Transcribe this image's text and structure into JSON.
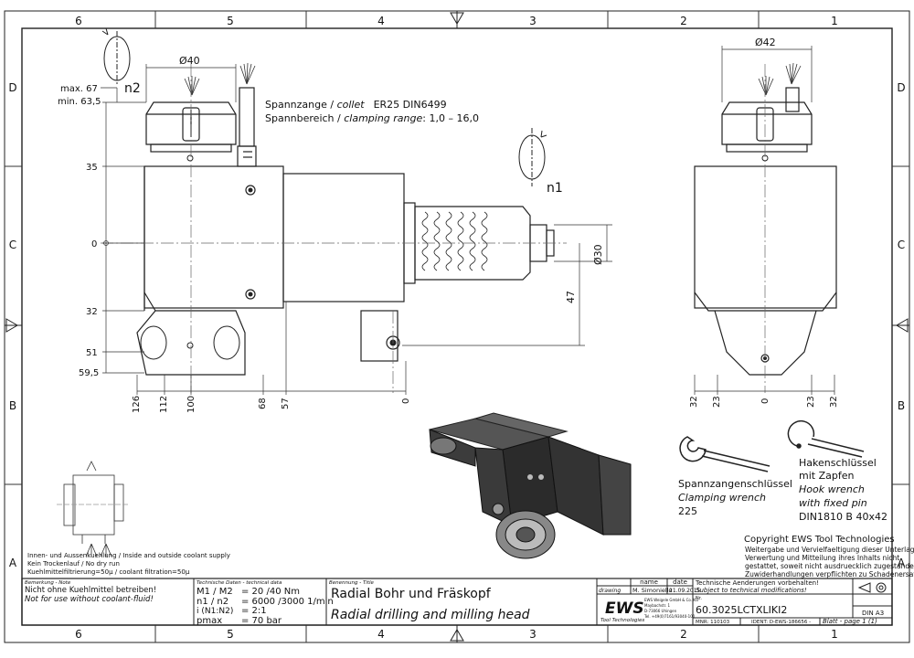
{
  "grid": {
    "cols": [
      "6",
      "5",
      "4",
      "3",
      "2",
      "1"
    ],
    "rows": [
      "D",
      "C",
      "B",
      "A"
    ]
  },
  "dims": {
    "max": "max. 67",
    "min": "min. 63,5",
    "n2": "n2",
    "n1": "n1",
    "d40": "Ø40",
    "d42": "Ø42",
    "d30": "Ø30",
    "v47": "47",
    "left_vals": [
      "35",
      "0",
      "32",
      "51",
      "59,5"
    ],
    "bottom_vals": [
      "126",
      "112",
      "100",
      "68",
      "57",
      "0"
    ],
    "right_bottom_vals": [
      "32",
      "23",
      "0",
      "23",
      "32"
    ]
  },
  "collet": {
    "line1_a": "Spannzange / ",
    "line1_b": "collet",
    "line1_c": "ER25   DIN6499",
    "line2_a": "Spannbereich / ",
    "line2_b": "clamping range",
    "line2_c": ": 1,0 – 16,0"
  },
  "wrenches": {
    "clamp_de": "Spannzangenschlüssel",
    "clamp_en": "Clamping wrench",
    "clamp_no": "225",
    "hook_de1": "Hakenschlüssel",
    "hook_de2": "mit Zapfen",
    "hook_en1": "Hook wrench",
    "hook_en2": "with fixed pin",
    "hook_no": "DIN1810 B 40x42"
  },
  "copyright": {
    "title": "Copyright EWS Tool Technologies",
    "l1": "Weitergabe und Vervielfaeltigung dieser Unterlage,",
    "l2": "Verwertung und Mitteilung ihres Inhalts nicht",
    "l3": "gestattet, soweit nicht ausdruecklich zugestanden.",
    "l4": "Zuwiderhandlungen verpflichten zu Schadenersatz."
  },
  "cooling": {
    "l1": "Innen- und Aussenkuehlung / Inside and outside coolant supply",
    "l2": "Kein Trockenlauf / No dry run",
    "l3": "Kuehlmittelfiltrierung=50μ / coolant filtration=50μ"
  },
  "titleblock": {
    "note_label": "Bemerkung - Note",
    "note_de": "Nicht ohne Kuehlmittel betreiben!",
    "note_en": "Not for use without coolant-fluid!",
    "tech_label": "Technische Daten - technical data",
    "m_label": "M1 / M2",
    "m_val": "= 20  /40  Nm",
    "n_label": "n1 / n2",
    "n_val": "= 6000 /3000   1/min",
    "i_label": "i  (N1:N2)",
    "i_val": "= 2:1",
    "p_label": "pmax",
    "p_val": "= 70  bar",
    "name_label": "Benennung - Title",
    "title_de": "Radial Bohr und Fräskopf",
    "title_en": "Radial drilling and milling head",
    "hdr_name": "name",
    "hdr_date": "date",
    "drawing": "drawing",
    "drawer": "M. Simoniello",
    "draw_date": "21.09.2015",
    "logo": "EWS",
    "logo_sub": "Tool Technologies",
    "company1": "EWS Weigele GmbH & Co. KG",
    "company2": "Maybachstr. 1",
    "company3": "D-73066 Uhingen",
    "company4": "Tel. +49(0)7161/93040-100",
    "changes1": "Technische Aenderungen vorbehalten!",
    "changes2": "Subject to technical modifications!",
    "nr_label": "Nr.",
    "number": "60.3025LCTXLIKI2",
    "mnr": "MNR: 110103",
    "ident": "IDENT: D-EWS-186656 -",
    "blatt": "Blatt - page  1 (1)",
    "din": "DIN A3"
  }
}
